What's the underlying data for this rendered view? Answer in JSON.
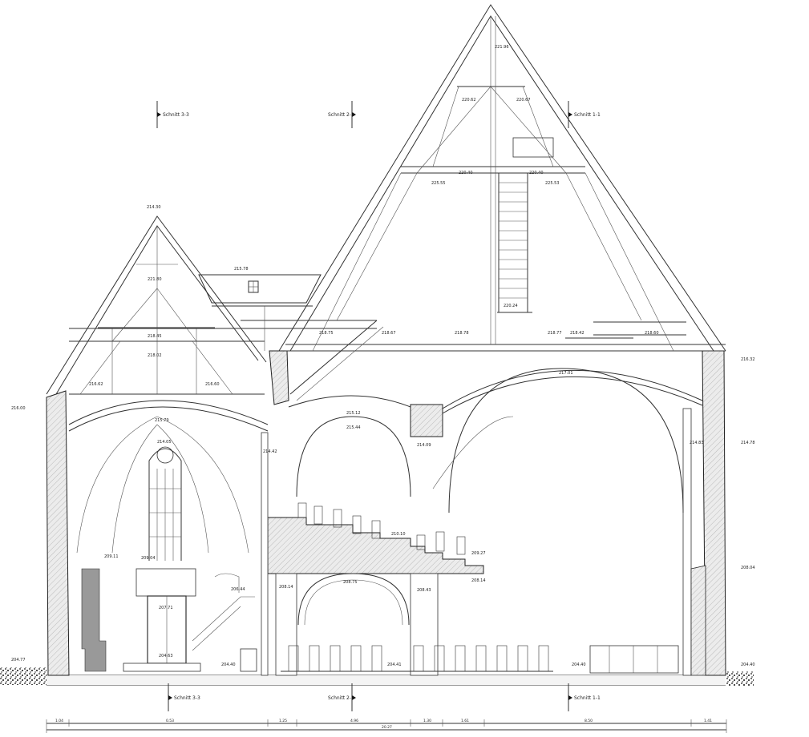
{
  "section_markers": {
    "s33": "Schnitt 3-3",
    "s22": "Schnitt 2-2",
    "s11": "Schnitt 1-1"
  },
  "elevations": {
    "e01": "221.96",
    "e02": "220.62",
    "e03": "220.67",
    "e04": "220.40",
    "e05": "220.40",
    "e06": "225.55",
    "e07": "225.53",
    "e08": "214.30",
    "e09": "221.80",
    "e10": "215.78",
    "e11": "220.24",
    "e12": "218.45",
    "e13": "218.02",
    "e14": "218.75",
    "e15": "218.67",
    "e16": "218.78",
    "e17": "218.77",
    "e18": "218.42",
    "e19": "218.60",
    "e20": "216.62",
    "e21": "216.60",
    "e22": "216.32",
    "e23": "216.00",
    "e24": "217.01",
    "e25": "215.79",
    "e26": "215.12",
    "e27": "215.44",
    "e28": "214.05",
    "e29": "214.42",
    "e30": "214.09",
    "e31": "214.83",
    "e32": "214.78",
    "e33": "210.10",
    "e34": "209.11",
    "e35": "209.04",
    "e36": "209.27",
    "e37": "208.14",
    "e38": "208.75",
    "e39": "208.43",
    "e40": "208.14",
    "e41": "208.04",
    "e42": "206.44",
    "e43": "207.71",
    "e44": "204.63",
    "e45": "204.77",
    "e46": "204.40",
    "e47": "204.41",
    "e48": "204.40",
    "e49": "204.40"
  },
  "dimensions": {
    "d1": "1.04",
    "d2": "0.53",
    "d3": "1.25",
    "d4": "4.96",
    "d5": "1.30",
    "d6": "1.61",
    "d7": "8.50",
    "d8": "1.41",
    "total": "20.27"
  }
}
